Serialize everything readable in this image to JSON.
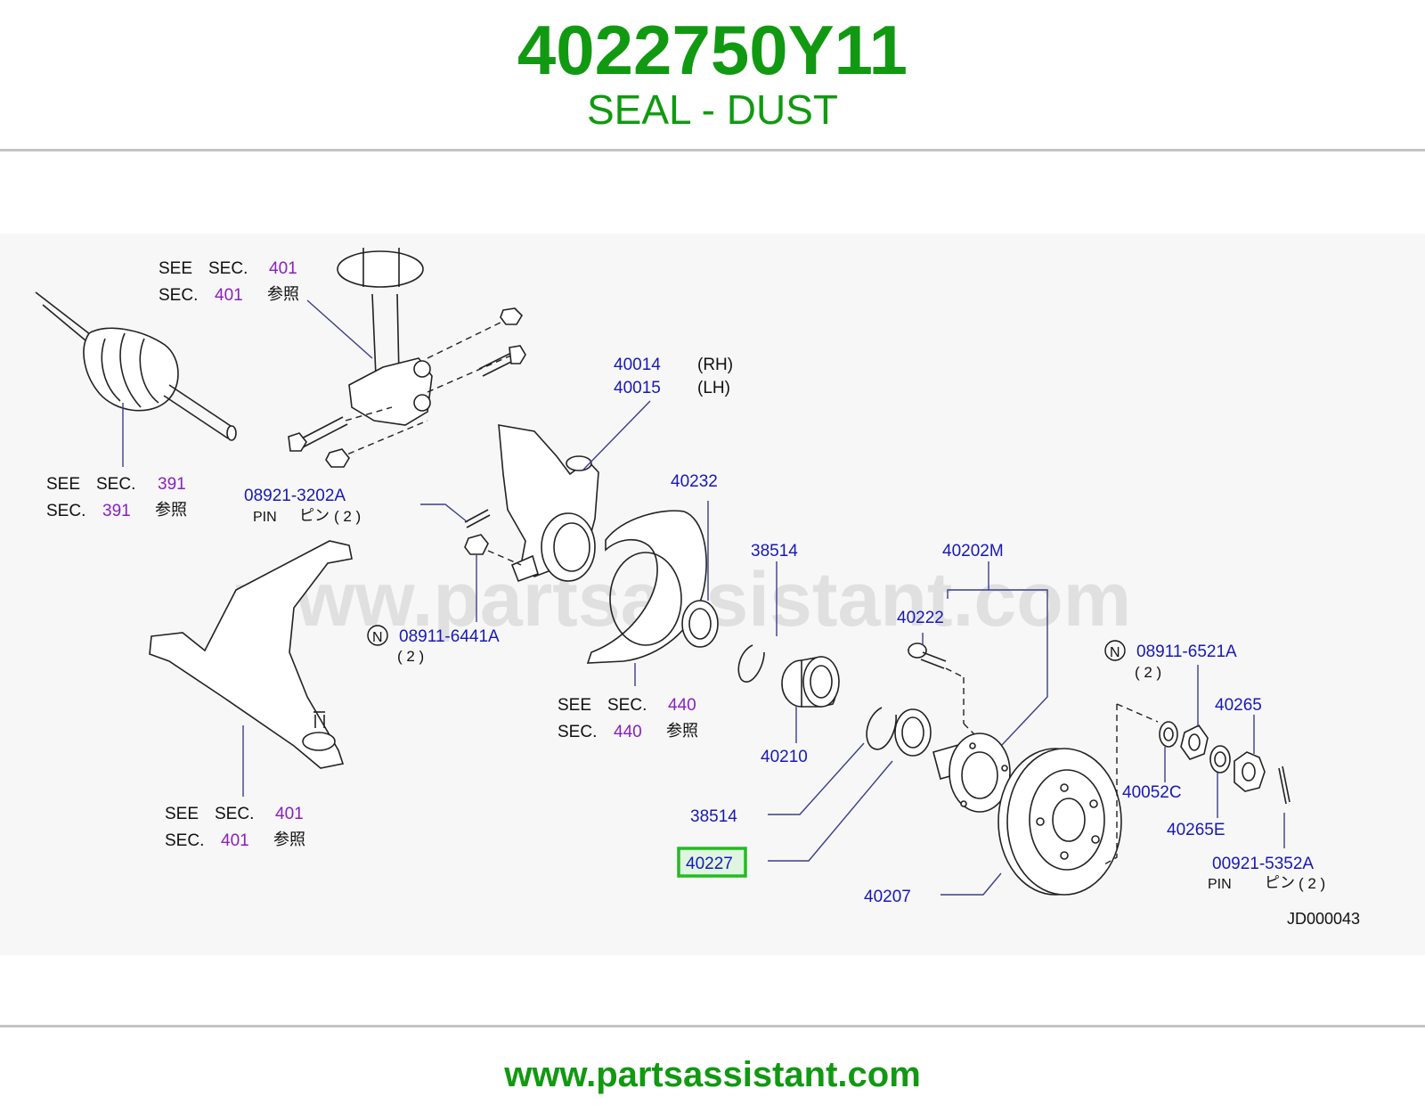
{
  "header": {
    "part_number": "4022750Y11",
    "part_name": "SEAL - DUST"
  },
  "watermark": "www.partsassistant.com",
  "diagram": {
    "diagram_id": "JD000043",
    "highlight_color": "#22bb22",
    "labels": {
      "see_sec_401_top": {
        "see": "SEE",
        "sec": "SEC.",
        "num": "401",
        "ref": "参照"
      },
      "see_sec_391": {
        "see": "SEE",
        "sec": "SEC.",
        "num": "391",
        "ref": "参照"
      },
      "see_sec_440": {
        "see": "SEE",
        "sec": "SEC.",
        "num": "440",
        "ref": "参照"
      },
      "see_sec_401_bottom": {
        "see": "SEE",
        "sec": "SEC.",
        "num": "401",
        "ref": "参照"
      },
      "knuckle_rh": {
        "code": "40014",
        "side": "(RH)"
      },
      "knuckle_lh": {
        "code": "40015",
        "side": "(LH)"
      },
      "pin_08921": {
        "code": "08921-3202A",
        "pin": "PIN",
        "jp": "ピン",
        "qty": "( 2 )"
      },
      "nut_08911_6441": {
        "badge": "N",
        "code": "08911-6441A",
        "qty": "( 2 )"
      },
      "nut_08911_6521": {
        "badge": "N",
        "code": "08911-6521A",
        "qty": "( 2 )"
      },
      "pin_00921": {
        "code": "00921-5352A",
        "pin": "PIN",
        "jp": "ピン",
        "qty": "( 2 )"
      },
      "p40232": "40232",
      "p38514_top": "38514",
      "p38514_bottom": "38514",
      "p40202m": "40202M",
      "p40222": "40222",
      "p40210": "40210",
      "p40227": "40227",
      "p40207": "40207",
      "p40265": "40265",
      "p40052c": "40052C",
      "p40265e": "40265E"
    }
  },
  "footer": {
    "url": "www.partsassistant.com"
  }
}
